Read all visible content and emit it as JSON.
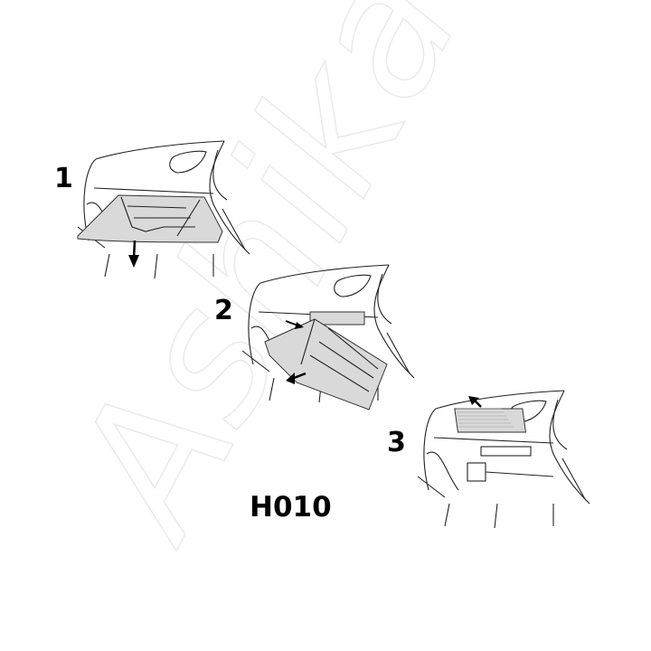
{
  "watermark": "Ashika",
  "steps": [
    {
      "number": "1",
      "action": "open-glovebox"
    },
    {
      "number": "2",
      "action": "remove-glovebox"
    },
    {
      "number": "3",
      "action": "remove-cabin-filter"
    }
  ],
  "part_code": "H010",
  "colors": {
    "line": "#222222",
    "fill": "#d9d9d9",
    "watermark": "#ececec"
  }
}
